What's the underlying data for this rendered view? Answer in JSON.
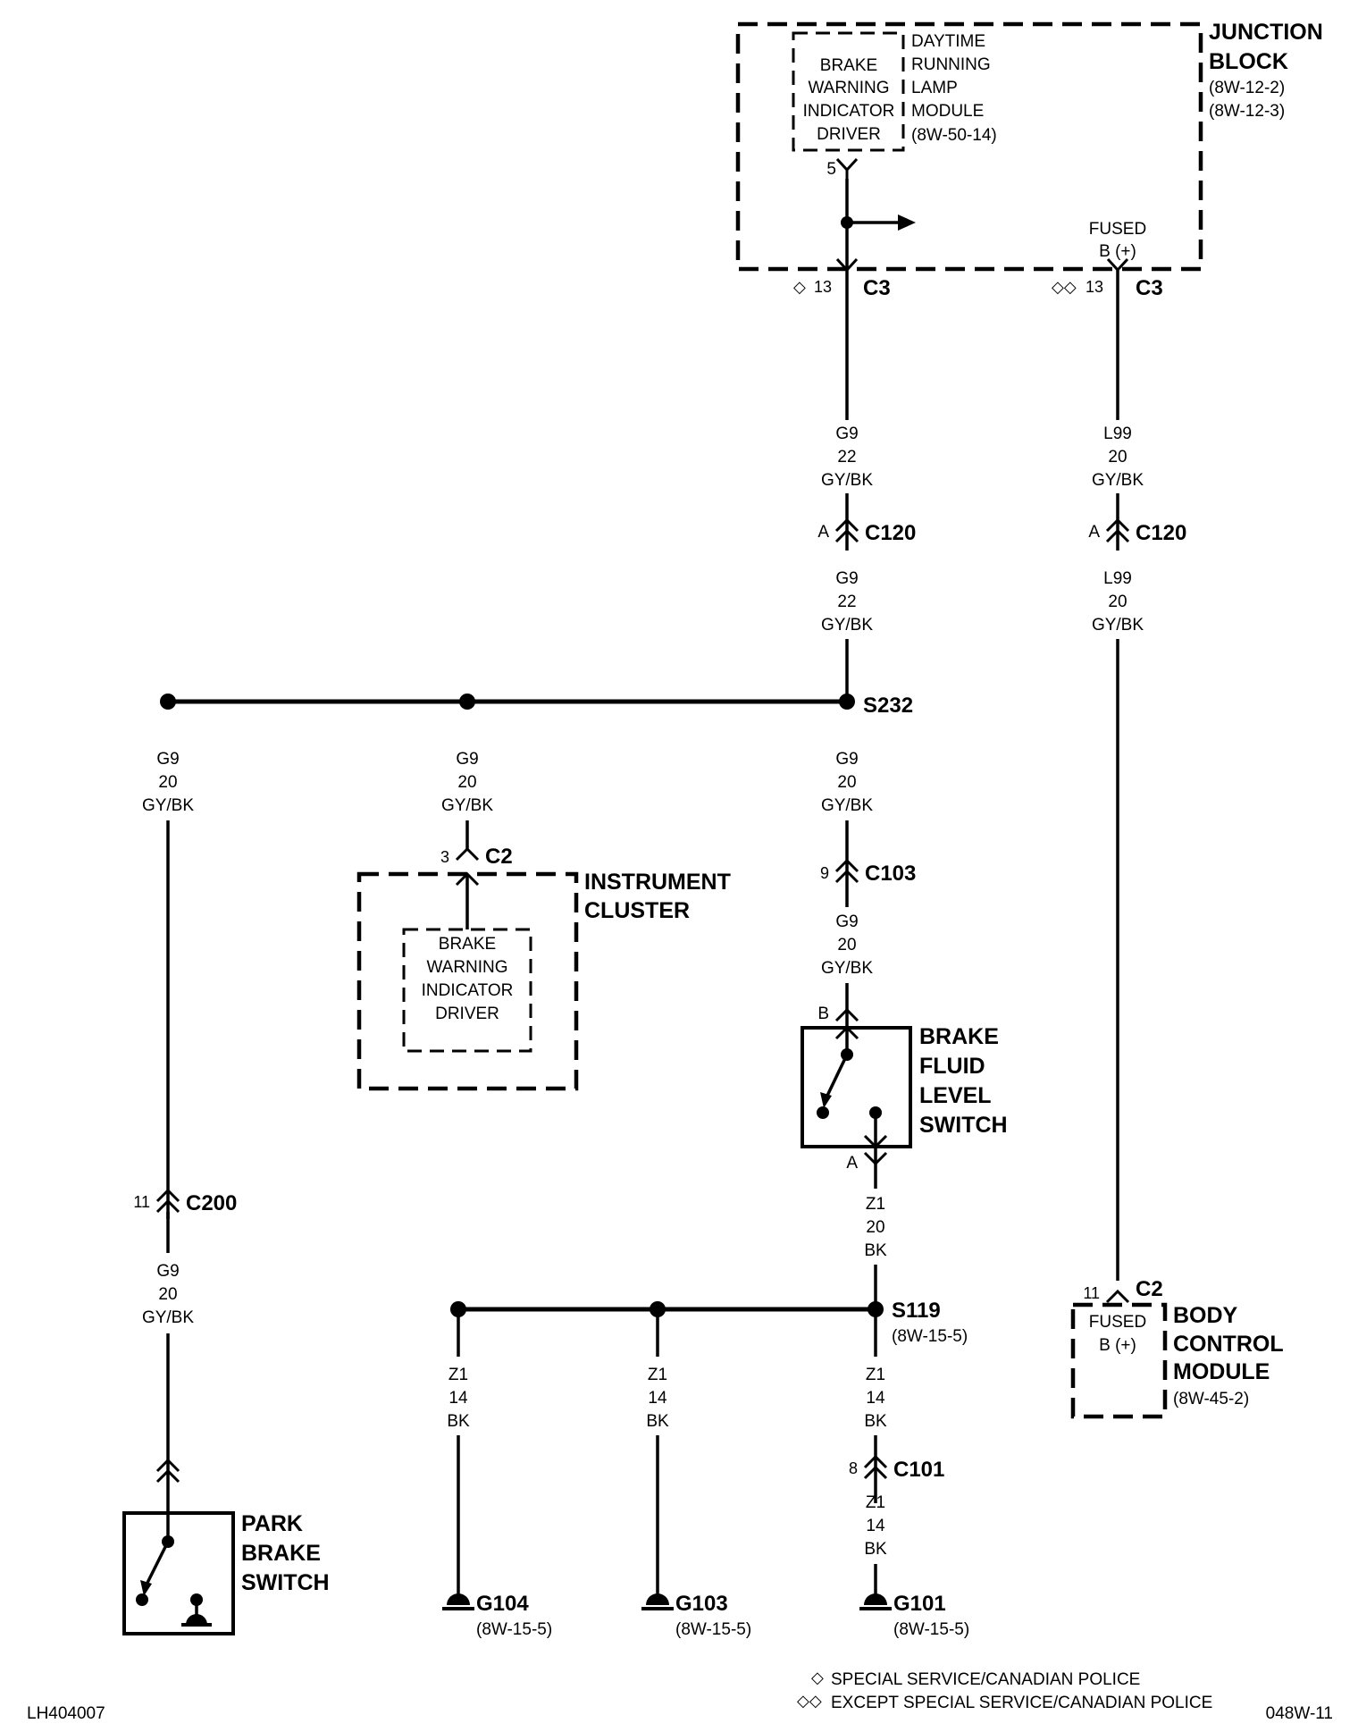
{
  "junction_block": {
    "title_line1": "JUNCTION",
    "title_line2": "BLOCK",
    "ref1": "(8W-12-2)",
    "ref2": "(8W-12-3)",
    "inner_box": [
      "BRAKE",
      "WARNING",
      "INDICATOR",
      "DRIVER"
    ],
    "module_label": [
      "DAYTIME",
      "RUNNING",
      "LAMP",
      "MODULE",
      "(8W-50-14)"
    ],
    "pin_5": "5",
    "fused_line1": "FUSED",
    "fused_line2": "B (+)",
    "left_connector": {
      "symbol": "◇",
      "pin": "13",
      "name": "C3"
    },
    "right_connector": {
      "symbol": "◇◇",
      "pin": "13",
      "name": "C3"
    }
  },
  "left_branch": {
    "wire_a": [
      "G9",
      "22",
      "GY/BK"
    ],
    "c120": {
      "pin": "A",
      "name": "C120"
    },
    "wire_b": [
      "G9",
      "22",
      "GY/BK"
    ],
    "splice": "S232"
  },
  "right_branch": {
    "wire_a": [
      "L99",
      "20",
      "GY/BK"
    ],
    "c120": {
      "pin": "A",
      "name": "C120"
    },
    "wire_b": [
      "L99",
      "20",
      "GY/BK"
    ]
  },
  "s232_drops": {
    "wire_left": [
      "G9",
      "20",
      "GY/BK"
    ],
    "wire_mid": [
      "G9",
      "20",
      "GY/BK"
    ],
    "wire_right": [
      "G9",
      "20",
      "GY/BK"
    ]
  },
  "instrument_cluster": {
    "title_line1": "INSTRUMENT",
    "title_line2": "CLUSTER",
    "connector": {
      "pin": "3",
      "name": "C2"
    },
    "inner_box": [
      "BRAKE",
      "WARNING",
      "INDICATOR",
      "DRIVER"
    ]
  },
  "c103": {
    "pin": "9",
    "name": "C103"
  },
  "wire_after_c103": [
    "G9",
    "20",
    "GY/BK"
  ],
  "brake_fluid_switch": {
    "title": [
      "BRAKE",
      "FLUID",
      "LEVEL",
      "SWITCH"
    ],
    "pin_top": "B",
    "pin_bottom": "A"
  },
  "wire_z1_20": [
    "Z1",
    "20",
    "BK"
  ],
  "s119": {
    "name": "S119",
    "ref": "(8W-15-5)"
  },
  "ground_wires": {
    "left": [
      "Z1",
      "14",
      "BK"
    ],
    "mid": [
      "Z1",
      "14",
      "BK"
    ],
    "right": [
      "Z1",
      "14",
      "BK"
    ]
  },
  "c101": {
    "pin": "8",
    "name": "C101"
  },
  "wire_after_c101": [
    "Z1",
    "14",
    "BK"
  ],
  "grounds": [
    {
      "name": "G104",
      "ref": "(8W-15-5)"
    },
    {
      "name": "G103",
      "ref": "(8W-15-5)"
    },
    {
      "name": "G101",
      "ref": "(8W-15-5)"
    }
  ],
  "c200": {
    "pin": "11",
    "name": "C200"
  },
  "wire_after_c200": [
    "G9",
    "20",
    "GY/BK"
  ],
  "park_brake_switch": {
    "title": [
      "PARK",
      "BRAKE",
      "SWITCH"
    ]
  },
  "body_control_module": {
    "title": [
      "BODY",
      "CONTROL",
      "MODULE"
    ],
    "ref": "(8W-45-2)",
    "connector": {
      "pin": "11",
      "name": "C2"
    },
    "fused_line1": "FUSED",
    "fused_line2": "B (+)"
  },
  "legend": [
    {
      "symbol": "◇",
      "text": "SPECIAL SERVICE/CANADIAN POLICE"
    },
    {
      "symbol": "◇◇",
      "text": "EXCEPT SPECIAL SERVICE/CANADIAN POLICE"
    }
  ],
  "footer": {
    "left": "LH404007",
    "right": "048W-11"
  }
}
